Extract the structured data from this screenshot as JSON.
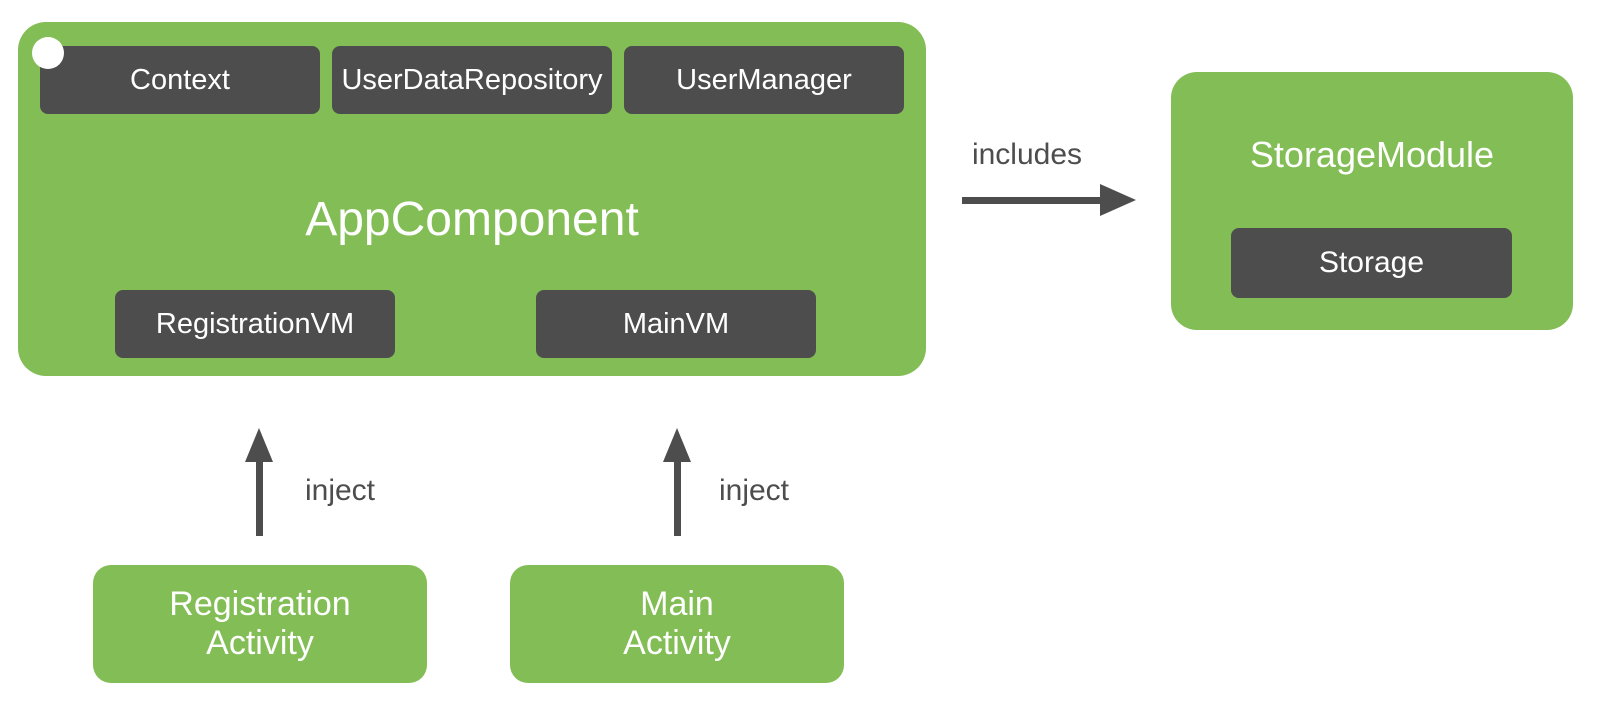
{
  "colors": {
    "box_green": "#83BD55",
    "box_dark_gray": "#4D4D4D",
    "text_white": "#FFFFFF",
    "edge_gray": "#4D4D4D",
    "background": "#FFFFFF"
  },
  "app_component": {
    "title": "AppComponent",
    "provided_dependencies": [
      {
        "label": "Context"
      },
      {
        "label": "UserDataRepository"
      },
      {
        "label": "UserManager"
      }
    ],
    "view_models": [
      {
        "label": "RegistrationVM"
      },
      {
        "label": "MainVM"
      }
    ]
  },
  "storage_module": {
    "title": "StorageModule",
    "binding": {
      "label": "Storage"
    }
  },
  "activities": [
    {
      "line1": "Registration",
      "line2": "Activity"
    },
    {
      "line1": "Main",
      "line2": "Activity"
    }
  ],
  "edges": {
    "includes": {
      "label": "includes"
    },
    "inject_left": {
      "label": "inject"
    },
    "inject_right": {
      "label": "inject"
    }
  }
}
